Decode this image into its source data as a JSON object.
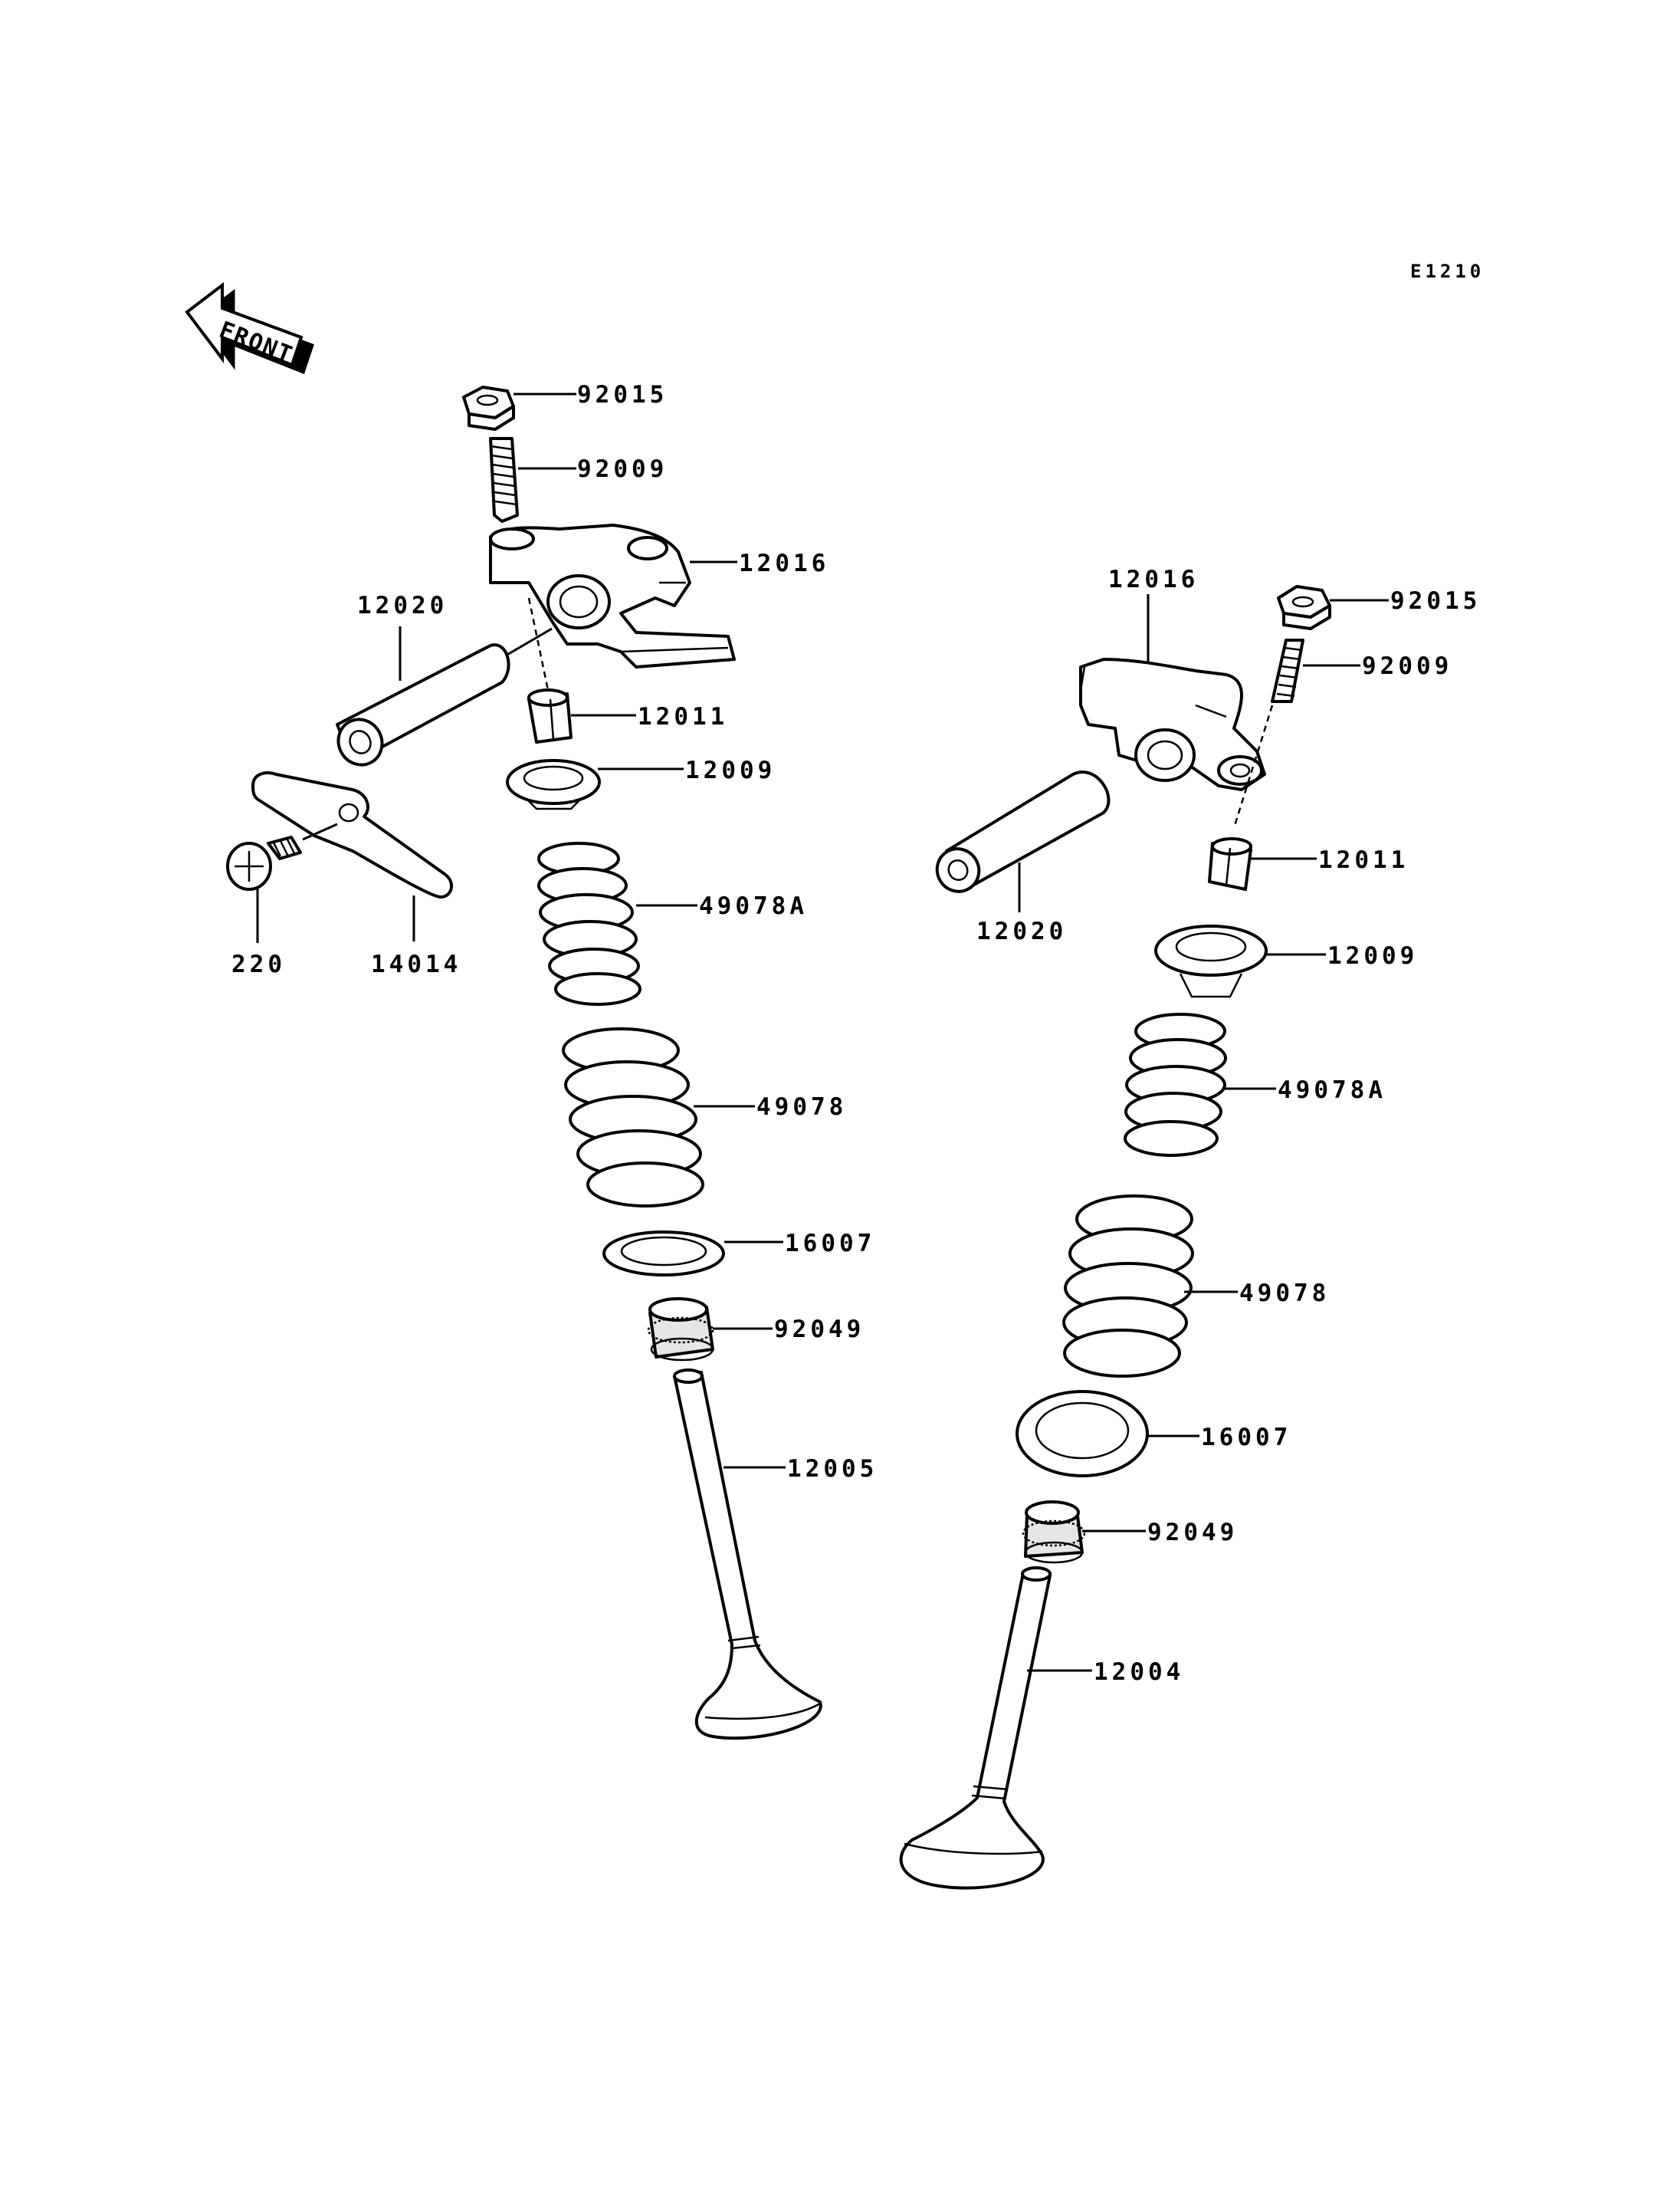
{
  "diagram_code": "E1210",
  "front_arrow_label": "FRONT",
  "labels": {
    "left_nut": "92015",
    "left_adjust_screw": "92009",
    "left_rocker_arm": "12016",
    "left_rocker_shaft": "12020",
    "left_cotter": "12011",
    "left_retainer": "12009",
    "left_inner_spring": "49078A",
    "left_outer_spring": "49078",
    "left_spring_seat": "16007",
    "left_stem_seal": "92049",
    "left_valve": "12005",
    "screw": "220",
    "plate": "14014",
    "right_rocker_arm": "12016",
    "right_nut": "92015",
    "right_adjust_screw": "92009",
    "right_cotter": "12011",
    "right_rocker_shaft": "12020",
    "right_retainer": "12009",
    "right_inner_spring": "49078A",
    "right_outer_spring": "49078",
    "right_spring_seat": "16007",
    "right_stem_seal": "92049",
    "right_valve": "12004"
  }
}
